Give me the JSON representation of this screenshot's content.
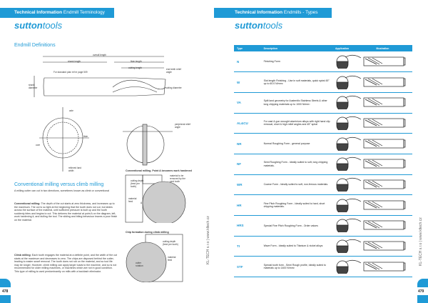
{
  "left_page": {
    "header_bold": "Technical Information",
    "header_rest": "Endmill Terminology",
    "logo_bold": "sutton",
    "logo_rest": "tools",
    "section_title": "Endmill Definitions",
    "diagram_labels": {
      "overall": "overall length",
      "shank": "shank length",
      "flute": "flute length",
      "cutting": "cutting length",
      "end_teeth": "end teeth relief angle",
      "shank_dia": "shank diameter",
      "cutting_dia": "cutting diameter",
      "note": "For standard plan ref er page 509",
      "axle": "axle",
      "flute_lbl": "flute",
      "core": "core",
      "land": "relieved land width",
      "peripheral": "peripheral relief angle"
    },
    "conv_title": "Conventional milling versus climb milling",
    "conv_subtitle": "A milling cutter can cut in two directions, sometimes known as climb or conventional",
    "conv_para_bold": "Conventional milling:",
    "conv_para": "The depth of the cut starts at zero thickness, and increases up to the maximum. The cut is so light at the beginning that the tooth does not cut, but slides across the surface of the material, until sufficient pressure is built up and the tooth suddenly bites and begins to cut. This deforms the material at point A on the diagram, left, work hardening it, and dulling the tool. The sliding and biting behaviour leaves a poor finish on the material.",
    "climb_para_bold": "Climb milling:",
    "climb_para": "Each tooth engages the material at a definite point, and the width of the cut starts at the maximum and decreases to zero. The chips are disposed behind the cutter, leading to easier swarf removal. The tooth does not rub on the material, and so tool life may be longer. However, climb milling can apply larger loads to the machine, and so is not recommended for older milling machines, or machines which are not in good condition. This type of milling is used predominantly on mills with a backlash eliminator.",
    "fig1_caption": "Conventional milling. Point A becomes work hardened",
    "fig1_labels": {
      "depth": "cutting depth (feed per tooth)",
      "removed": "material to be removed by the next tooth",
      "feed": "material feed",
      "a": "A"
    },
    "fig2_caption": "Chip formation during climb milling",
    "fig2_labels": {
      "depth": "cutting depth (feed per tooth)",
      "feed": "material feed",
      "rot": "cutter rotation"
    },
    "page_number": "478",
    "side_text": "KL-TECH s.r.o | www.kltech.cz"
  },
  "right_page": {
    "header_bold": "Technical Information",
    "header_rest": "Endmills - Types",
    "logo_bold": "sutton",
    "logo_rest": "tools",
    "table": {
      "headers": [
        "Type",
        "Description",
        "Application",
        "Illustration"
      ],
      "rows": [
        {
          "type": "N",
          "desc": "Finishing Form"
        },
        {
          "type": "W",
          "desc": "Slot length Finishing - Use in soft materials, quick spiral 45° up to 60.0 N/mm²"
        },
        {
          "type": "VA",
          "desc": "Split land geometry for Austenitic Stainless Steels & other long chipping materials up to 1000 N/mm²"
        },
        {
          "type": "AL&CU",
          "desc": "For cast & gun wrought aluminium alloys with right hand clip removal, short & high relief angles and 45° spiral"
        },
        {
          "type": "NR",
          "desc": "Normal Roughing Form - general purpose"
        },
        {
          "type": "NF",
          "desc": "Semi Roughing Form - Ideally suited to soft, long chipping materials."
        },
        {
          "type": "WR",
          "desc": "Coarse Form - Ideally suited to soft, non-ferrous materials."
        },
        {
          "type": "HR",
          "desc": "Fine Pitch Roughing Form - Ideally suited to hard, short chipping materials."
        },
        {
          "type": "HRS",
          "desc": "Special Fine Pitch Roughing Form - Order values"
        },
        {
          "type": "TI",
          "desc": "Wave Form - Ideally suited to Titanium & nickel alloys"
        },
        {
          "type": "STF",
          "desc": "Special tooth form - Semi Rough profile, Ideally suited to materials up to 1400 N/mm²"
        }
      ]
    },
    "page_number": "479",
    "side_text": "KL-TECH s.r.o | www.kltech.cz"
  },
  "colors": {
    "accent": "#1f9ad6"
  }
}
